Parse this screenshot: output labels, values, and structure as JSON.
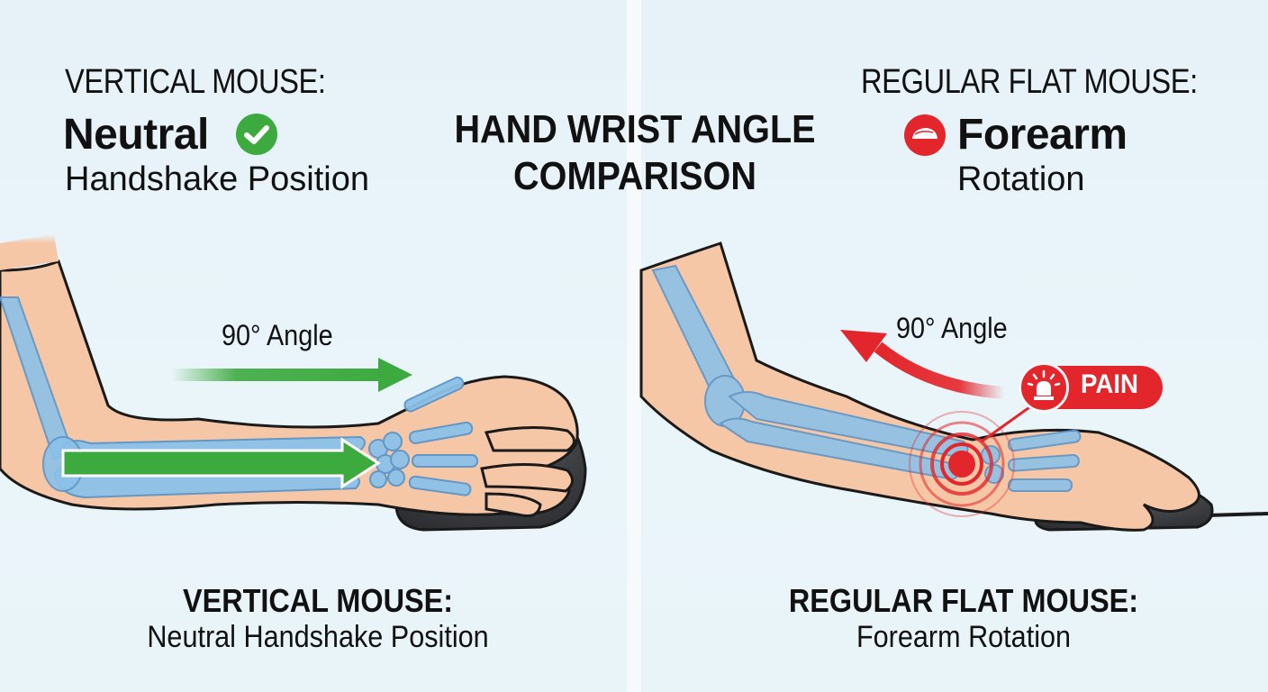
{
  "title": {
    "line1": "HAND WRIST ANGLE",
    "line2": "COMPARISON"
  },
  "left_panel": {
    "header": {
      "label": "VERTICAL MOUSE:",
      "status": "Neutral",
      "status_icon": "check-circle-icon",
      "subtitle": "Handshake Position"
    },
    "angle_label": "90° Angle",
    "caption": {
      "title": "VERTICAL MOUSE:",
      "subtitle": "Neutral Handshake Position"
    },
    "arrow_color": "#3daa3f"
  },
  "right_panel": {
    "header": {
      "label": "REGULAR FLAT MOUSE:",
      "status": "Forearm",
      "status_icon": "mouse-warning-icon",
      "subtitle": "Rotation"
    },
    "angle_label": "90° Angle",
    "pain_badge": {
      "icon": "alarm-siren-icon",
      "label": "PAIN"
    },
    "caption": {
      "title": "REGULAR FLAT MOUSE:",
      "subtitle": "Forearm Rotation"
    },
    "arrow_color": "#e3262b"
  },
  "colors": {
    "background": "#e8f3f8",
    "good": "#3daa3f",
    "bad": "#e3262b",
    "skin": "#f5c7a6",
    "bone": "#8cc1e8",
    "mouse": "#3d3f42"
  }
}
